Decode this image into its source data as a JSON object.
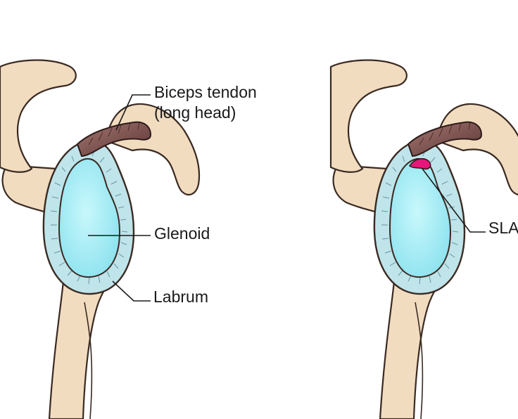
{
  "labels": {
    "biceps_line1": "Biceps tendon",
    "biceps_line2": "(long head)",
    "glenoid": "Glenoid",
    "labrum": "Labrum",
    "slap_partial": "SLA"
  },
  "colors": {
    "bone": "#f1dcc0",
    "outline": "#3a2a22",
    "labrum": "#bfe4ea",
    "glenoid": "#a6eef6",
    "tendon": "#7a4e4a",
    "tear": "#e8157a",
    "text": "#1a1a1a"
  }
}
